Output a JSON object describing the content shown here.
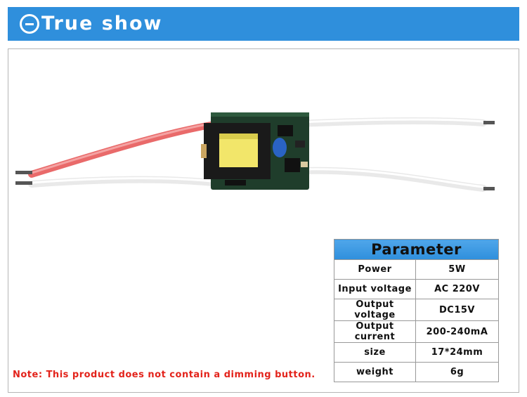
{
  "banner": {
    "title": "True show",
    "icon": "minus-circle-icon"
  },
  "parameters": {
    "header": "Parameter",
    "rows": [
      {
        "key": "Power",
        "value": "5W"
      },
      {
        "key": "Input voltage",
        "value": "AC 220V"
      },
      {
        "key": "Output voltage",
        "value": "DC15V"
      },
      {
        "key": "Output current",
        "value": "200-240mA"
      },
      {
        "key": "size",
        "value": "17*24mm"
      },
      {
        "key": "weight",
        "value": "6g"
      }
    ]
  },
  "note": "Note: This product does not contain a dimming button.",
  "colors": {
    "banner": "#2f8fdc",
    "note": "#e3231b"
  }
}
